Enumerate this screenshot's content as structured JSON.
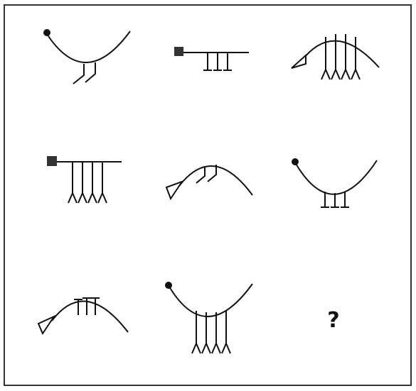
{
  "puzzle": {
    "question_mark": "?",
    "grid": {
      "rows": 3,
      "columns": 3
    },
    "cells": [
      {
        "row": 1,
        "col": 1,
        "line": "arc-open-up",
        "end_marker": "dot",
        "tick_style": "slanted-hook",
        "tick_count": 2
      },
      {
        "row": 1,
        "col": 2,
        "line": "straight",
        "end_marker": "filled-square",
        "tick_style": "t-foot",
        "tick_count": 3
      },
      {
        "row": 1,
        "col": 3,
        "line": "arc-open-down",
        "end_marker": "open-triangle",
        "tick_style": "split-fork",
        "tick_count": 4
      },
      {
        "row": 2,
        "col": 1,
        "line": "straight",
        "end_marker": "filled-square",
        "tick_style": "split-fork",
        "tick_count": 4
      },
      {
        "row": 2,
        "col": 2,
        "line": "arc-open-down",
        "end_marker": "open-triangle",
        "tick_style": "slanted-hook",
        "tick_count": 2
      },
      {
        "row": 2,
        "col": 3,
        "line": "arc-open-up",
        "end_marker": "dot",
        "tick_style": "t-foot",
        "tick_count": 3
      },
      {
        "row": 3,
        "col": 1,
        "line": "arc-open-down",
        "end_marker": "open-triangle",
        "tick_style": "t-foot",
        "tick_count": 3
      },
      {
        "row": 3,
        "col": 2,
        "line": "arc-open-up",
        "end_marker": "dot",
        "tick_style": "split-fork",
        "tick_count": 4
      },
      {
        "row": 3,
        "col": 3,
        "line": "unknown",
        "end_marker": "",
        "tick_style": "",
        "tick_count": 0
      }
    ]
  },
  "colors": {
    "ink": "#111111",
    "frame": "#333333",
    "background": "#ffffff"
  }
}
